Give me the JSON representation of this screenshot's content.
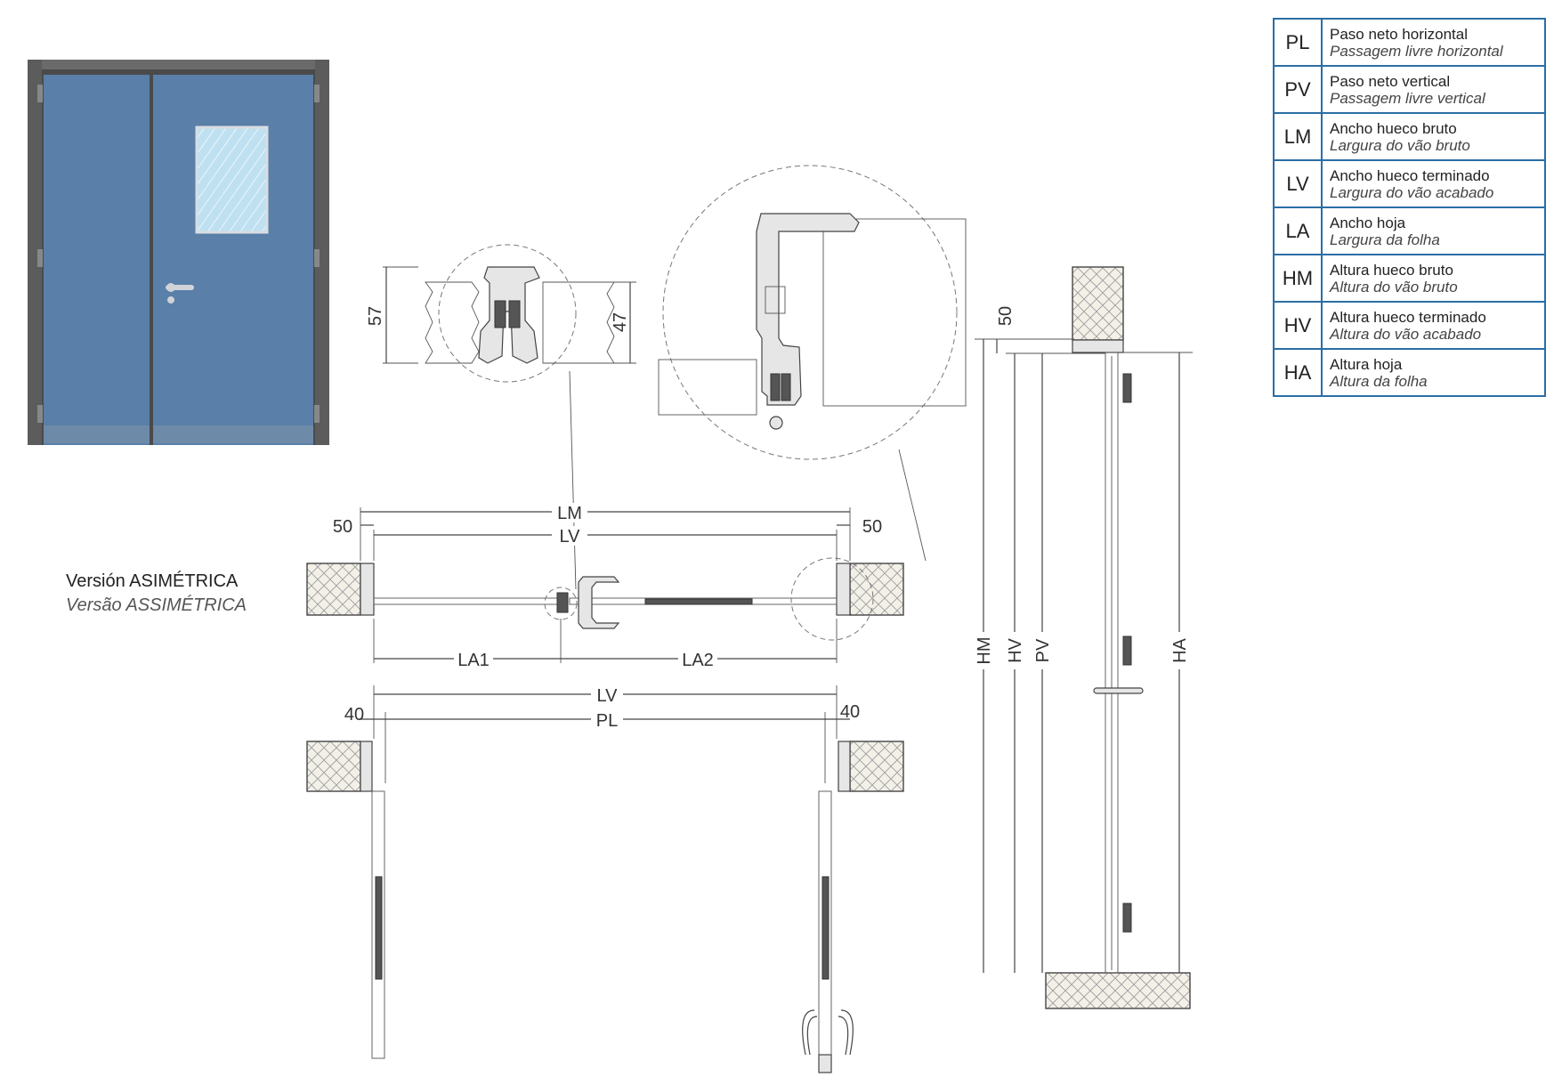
{
  "legend": {
    "rows": [
      {
        "code": "PL",
        "es": "Paso neto horizontal",
        "pt": "Passagem livre horizontal"
      },
      {
        "code": "PV",
        "es": "Paso neto vertical",
        "pt": "Passagem livre vertical"
      },
      {
        "code": "LM",
        "es": "Ancho hueco bruto",
        "pt": "Largura do vão bruto"
      },
      {
        "code": "LV",
        "es": "Ancho hueco terminado",
        "pt": "Largura do vão acabado"
      },
      {
        "code": "LA",
        "es": "Ancho hoja",
        "pt": "Largura da folha"
      },
      {
        "code": "HM",
        "es": "Altura hueco bruto",
        "pt": "Altura do vão bruto"
      },
      {
        "code": "HV",
        "es": "Altura hueco terminado",
        "pt": "Altura do vão acabado"
      },
      {
        "code": "HA",
        "es": "Altura hoja",
        "pt": "Altura da folha"
      }
    ]
  },
  "version": {
    "es": "Versión ASIMÉTRICA",
    "pt": "Versão ASSIMÉTRICA"
  },
  "dimensions": {
    "detail_left_top": "57",
    "detail_left_right": "47",
    "top_plan_left_offset": "50",
    "top_plan_right_offset": "50",
    "lm": "LM",
    "lv_top": "LV",
    "la1": "LA1",
    "la2": "LA2",
    "lv_bottom": "LV",
    "pl": "PL",
    "bottom_plan_left_offset": "40",
    "bottom_plan_right_offset": "40",
    "section_top_offset": "50",
    "hm": "HM",
    "hv": "HV",
    "pv": "PV",
    "ha": "HA"
  },
  "colors": {
    "door_leaf": "#5a7fa8",
    "door_frame": "#5c5c5c",
    "legend_border": "#2a6ea6",
    "glass": "#bfe0f0"
  }
}
